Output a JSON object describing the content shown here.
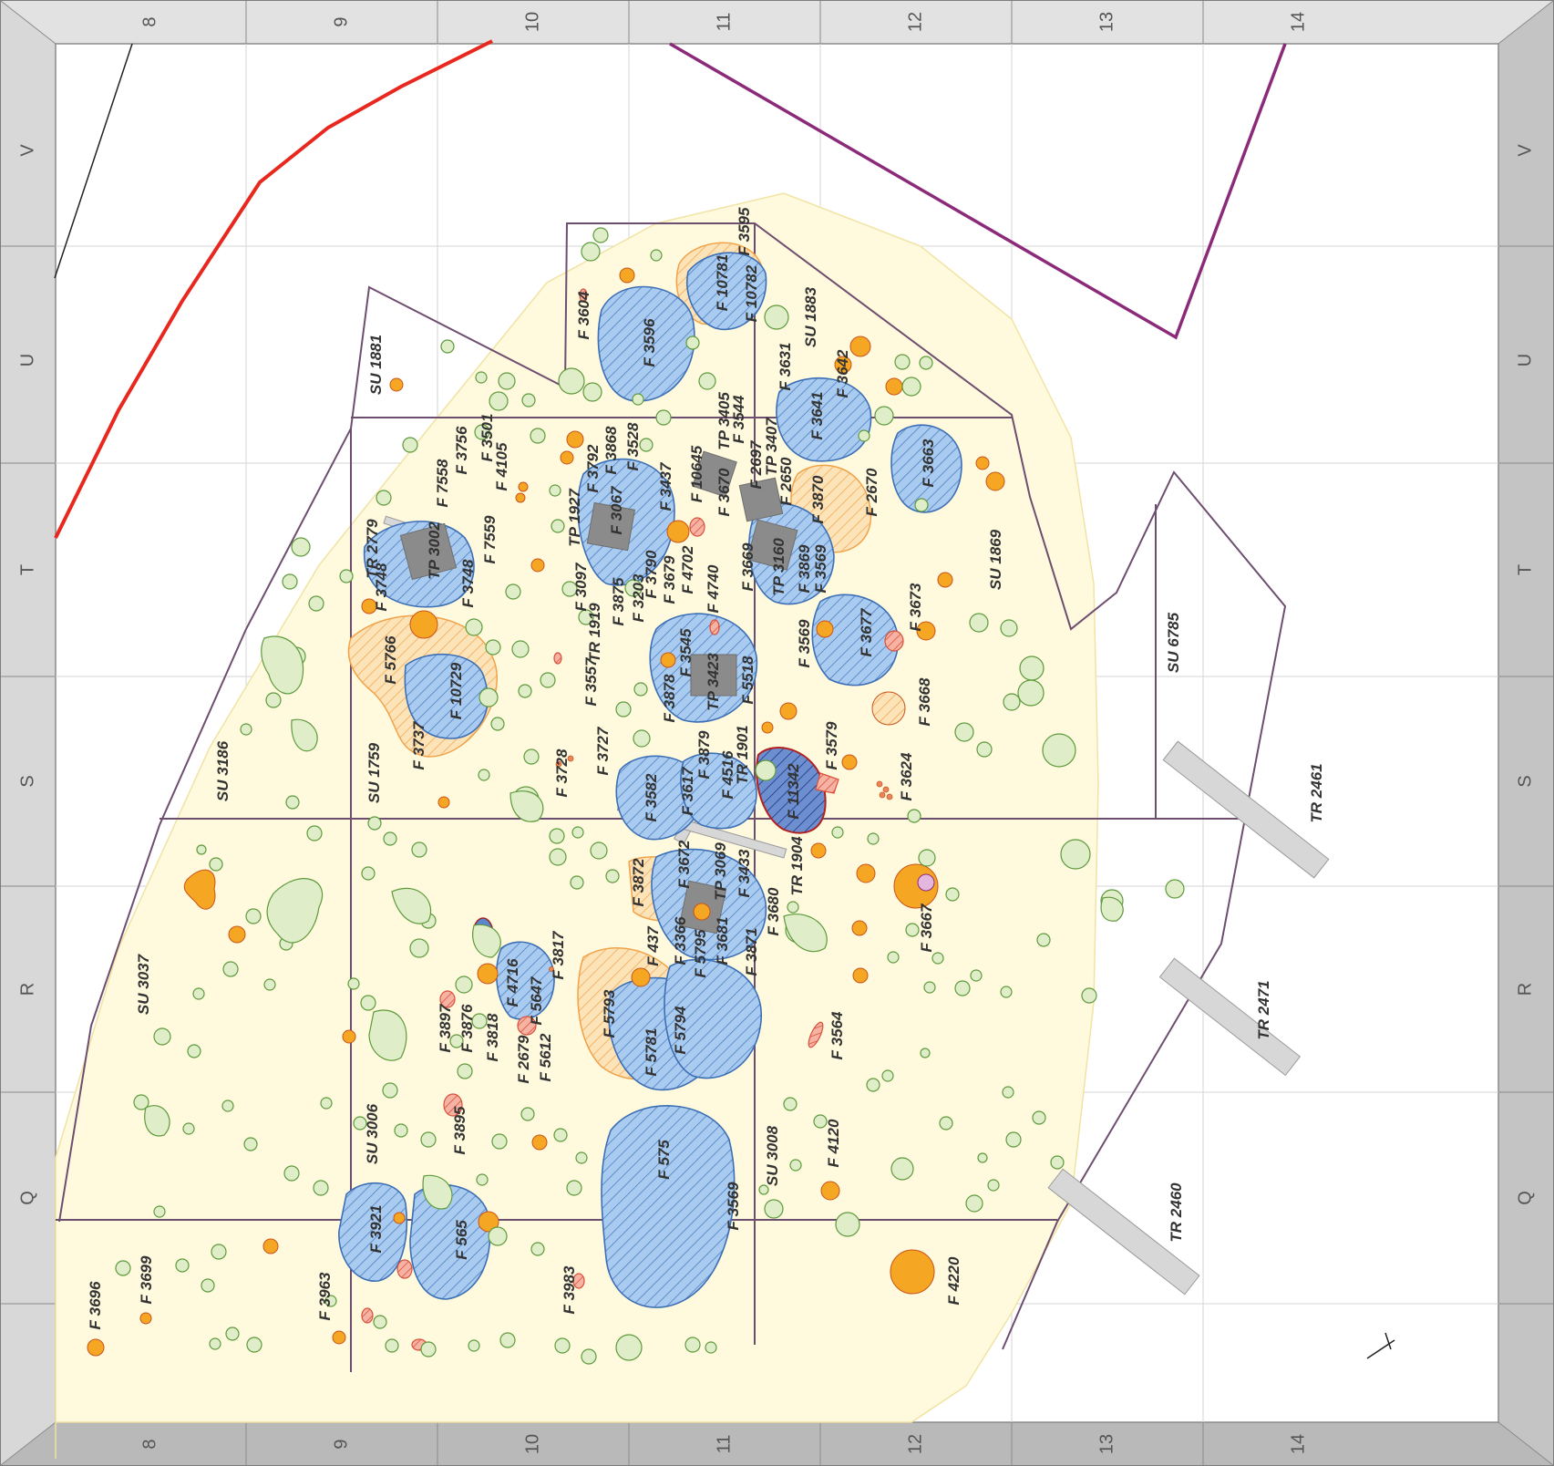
{
  "grid": {
    "columns": [
      "8",
      "9",
      "10",
      "11",
      "12",
      "13",
      "14"
    ],
    "rows": [
      "V",
      "U",
      "T",
      "S",
      "R",
      "Q"
    ]
  },
  "colors": {
    "frame": "#c9c9c9",
    "grid_line": "#cfcfcf",
    "site_area": "#fff8dc",
    "feature_blue": "#9ec3ec",
    "feature_blue_edge": "#3c6fb5",
    "feature_orange": "#f5a623",
    "feature_orange_edge": "#c9541c",
    "feature_green": "#dfeec8",
    "feature_green_edge": "#5e9a3c",
    "test_pit": "#8e8e8e",
    "boundary_red": "#e8281e",
    "boundary_purple": "#8c2a7a",
    "unit_line": "#6e4e6e"
  },
  "labels": {
    "survey_units": [
      "SU 1881",
      "SU 1883",
      "SU 1869",
      "SU 6785",
      "SU 3186",
      "SU 1759",
      "SU 3037",
      "SU 3006",
      "SU 3008"
    ],
    "trenches": [
      "TR 2779",
      "TR 1919",
      "TR 1901",
      "TR 1904",
      "TR 2461",
      "TR 2471",
      "TR 2460"
    ],
    "test_pits": [
      "TP 1927",
      "TP 3002",
      "TP 3405",
      "TP 3407",
      "TP 3160",
      "TP 3423",
      "TP 3069"
    ],
    "features": [
      "F 3604",
      "F 3596",
      "F 10781",
      "F 10782",
      "F 3595",
      "F 3631",
      "F 3641",
      "F 3642",
      "F 3663",
      "F 2670",
      "F 3870",
      "F 2650",
      "F 2697",
      "F 3544",
      "F 3670",
      "F 10645",
      "F 3528",
      "F 3868",
      "F 3792",
      "F 3067",
      "F 3437",
      "F 3501",
      "F 3756",
      "F 7558",
      "F 4105",
      "F 7559",
      "F 3748",
      "F 3748",
      "F 3097",
      "F 3875",
      "F 3203",
      "F 3790",
      "F 3679",
      "F 4702",
      "F 4740",
      "F 3669",
      "F 3869",
      "F 3569",
      "F 3569",
      "F 3677",
      "F 3673",
      "F 5766",
      "F 10729",
      "F 3557",
      "F 3545",
      "F 3878",
      "F 5518",
      "F 3668",
      "F 3737",
      "F 3727",
      "F 3728",
      "F 3582",
      "F 3617",
      "F 3879",
      "F 4516",
      "F 11342",
      "F 3579",
      "F 3624",
      "F 3872",
      "F 3672",
      "F 3433",
      "F 3680",
      "F 3366",
      "F 437",
      "F 3667",
      "F 4716",
      "F 5647",
      "F 3817",
      "F 5795",
      "F 3681",
      "F 3871",
      "F 3897",
      "F 3876",
      "F 3818",
      "F 2679",
      "F 5612",
      "F 5793",
      "F 5781",
      "F 5794",
      "F 3564",
      "F 3895",
      "F 575",
      "F 4120",
      "F 3569",
      "F 3696",
      "F 3699",
      "F 3963",
      "F 3921",
      "F 565",
      "F 3983",
      "F 4220"
    ]
  }
}
